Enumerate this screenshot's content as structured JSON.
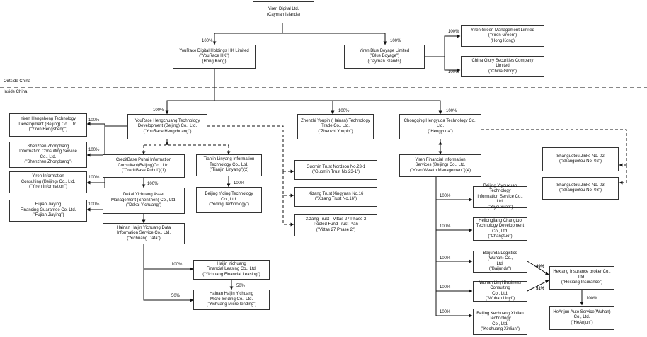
{
  "regions": {
    "outside": "Outside China",
    "inside": "Inside China"
  },
  "entities": {
    "yiren_digital": {
      "lines": [
        "Yiren Digital Ltd.",
        "(Cayman Islands)"
      ]
    },
    "yourace_hk": {
      "lines": [
        "YouRace Digital Holdings HK Limited",
        "(\"YouRace HK\")",
        "(Hong Kong)"
      ]
    },
    "blue_boyage": {
      "lines": [
        "Yiren Blue Boyage Limited",
        "(\"Blue Boyage\")",
        "(Cayman Islands)"
      ]
    },
    "yiren_green": {
      "lines": [
        "Yiren Green Management Limited",
        "(\"Yiren Green\")",
        "(Hong Kong)"
      ]
    },
    "china_glory": {
      "lines": [
        "China Glory Securities Company",
        "Limited",
        "(\"China Glory\")"
      ]
    },
    "yourace_hengchuang": {
      "lines": [
        "YouRace  Hengchuang Technology",
        "Development (Beijing) Co., Ltd.",
        "(\"YouRace Hengchuang\")"
      ]
    },
    "zhenzhi": {
      "lines": [
        "Zhenzhi Youpin (Hainan) Technology",
        "Trade Co., Ltd.",
        "(\"Zhenzhi Youpin\")"
      ]
    },
    "hengyuda": {
      "lines": [
        "Chongqing Hengyuda Technology Co.,",
        "Ltd.",
        "(\"Hengyuda\")"
      ]
    },
    "yiren_hengsheng": {
      "lines": [
        "Yiren Hengsheng Technology",
        "Development (Beijing) Co., Ltd.",
        "(\"Yiren Hengsheng\")"
      ]
    },
    "shenzhen_zhongbang": {
      "lines": [
        "Shenzhen Zhongbang",
        "Information Consulting  Service",
        "Co., Ltd.",
        "(\"Shenzhen Zhongbang\")"
      ]
    },
    "yiren_information": {
      "lines": [
        "Yiren Information",
        "Consulting (Beijing) Co., Ltd.",
        "(\"Yiren Information\")"
      ]
    },
    "fujian_jiaying": {
      "lines": [
        "Fujian Jiaying",
        "Financing Guarantee Co. Ltd.",
        "(\"Fujian Jiaying\")"
      ]
    },
    "creditbase": {
      "lines": [
        "CreditBase Puhui Information",
        "Consultant(Beijing)Co., Ltd.",
        "(\"CreditBase Puhui\")(1)"
      ]
    },
    "tianjin_linyang": {
      "lines": [
        "Tianjin Linyang Information",
        "Technology  Co., Ltd.",
        "(\"Tianjin Linyang\")(2)"
      ]
    },
    "dekai": {
      "lines": [
        "Dekai Yichuang Asset",
        "Management (Shenzhen) Co., Ltd.",
        "(\"Dekai Yichuang\")"
      ]
    },
    "beijing_yiding": {
      "lines": [
        "Beijing Yiding Technology",
        "Co., Ltd.",
        "(\"Yiding Technology\")"
      ]
    },
    "yichuang_data": {
      "lines": [
        "Hainan Haijin Yichuang Data",
        "Information Service Co., Ltd.",
        "(\"Yichuang Data\")"
      ]
    },
    "financial_leasing": {
      "lines": [
        "Haijin Yichuang",
        "Financial Leasing Co., Ltd.",
        "(\"Yichuang Financial Leasing\")"
      ]
    },
    "micro_lending": {
      "lines": [
        "Hainan Haijin Yichuang",
        "Micro-lending Co., Ltd.",
        "(\"Yichuang Micro-lending\")"
      ]
    },
    "guomin_trust": {
      "lines": [
        "Guomin Trust Nordson No.23-1",
        "(\"Guomin Trust  No.23-1\")"
      ]
    },
    "xizang_16": {
      "lines": [
        "Xizang Trust Xingyuan No.16",
        "(\"Xizang Trust  No.16\")"
      ]
    },
    "xizang_vittas": {
      "lines": [
        "Xizang Trust - Vittas 27 Phase 2",
        "Pooled Fund Trust Plan",
        "(\"Vittas 27 Phase 2\")"
      ]
    },
    "wealth_mgmt": {
      "lines": [
        "Yiren Financial Information",
        "Services (Beijing) Co., Ltd.",
        "(\"Yiren Wealth Management\")(4)"
      ]
    },
    "yiyouxuan": {
      "lines": [
        "Beijing Yiyouxuan Technology",
        "Information Service Co., Ltd.",
        "(\"Yiyouxuan\")"
      ]
    },
    "changtuo": {
      "lines": [
        "Heilongjiang Changtuo",
        "Technology Development Co., Ltd.",
        "(\"Changtuo\")"
      ]
    },
    "baijunda": {
      "lines": [
        "Baijunda Logistics (Wuhan) Co.,",
        "Ltd.",
        "(\"Baijunda\")"
      ]
    },
    "wuhan_linyi": {
      "lines": [
        "Wuhan Linyi Business Consulting",
        "Co., Ltd.",
        "(\"Wuhan Linyi\")"
      ]
    },
    "xinlian": {
      "lines": [
        "Beijing Kechuang Xinlian",
        "Technology",
        "Co., Ltd.",
        "(\"Kechuang Xinlian\")"
      ]
    },
    "hexiang": {
      "lines": [
        "Hexiang Insurance broker Co.,",
        "Ltd.",
        "(\"Hexiang Insurance\")"
      ]
    },
    "heanjun": {
      "lines": [
        "HeAnjun Auto Service(Wuhan)",
        "Co., Ltd.",
        "(\"HeAnjun\")"
      ]
    },
    "shanguotou_02": {
      "lines": [
        "Shanguotou Jinke No. 02",
        "(\"Shanguotou No. 02\")"
      ]
    },
    "shanguotou_03": {
      "lines": [
        "Shanguotou Jinke No. 03",
        "(\"Shanguotou No. 03\")"
      ]
    }
  },
  "ownership": {
    "yourace_hk": "100%",
    "blue_boyage": "100%",
    "yiren_green": "100%",
    "china_glory": "100%",
    "yourace_hengchuang": "100%",
    "zhenzhi": "100%",
    "hengyuda": "100%",
    "yiren_hengsheng": "100%",
    "shenzhen_zhongbang": "100%",
    "yiren_information": "100%",
    "fujian_jiaying": "100%",
    "dekai": "100%",
    "beijing_yiding": "100%",
    "financial_leasing": "100%",
    "micro_lending_1": "50%",
    "micro_lending_2": "50%",
    "yiyouxuan": "100%",
    "changtuo": "100%",
    "baijunda": "100%",
    "wuhan_linyi": "100%",
    "xinlian": "100%",
    "hexiang_1": "49%",
    "hexiang_2": "51%",
    "heanjun": "100%"
  }
}
